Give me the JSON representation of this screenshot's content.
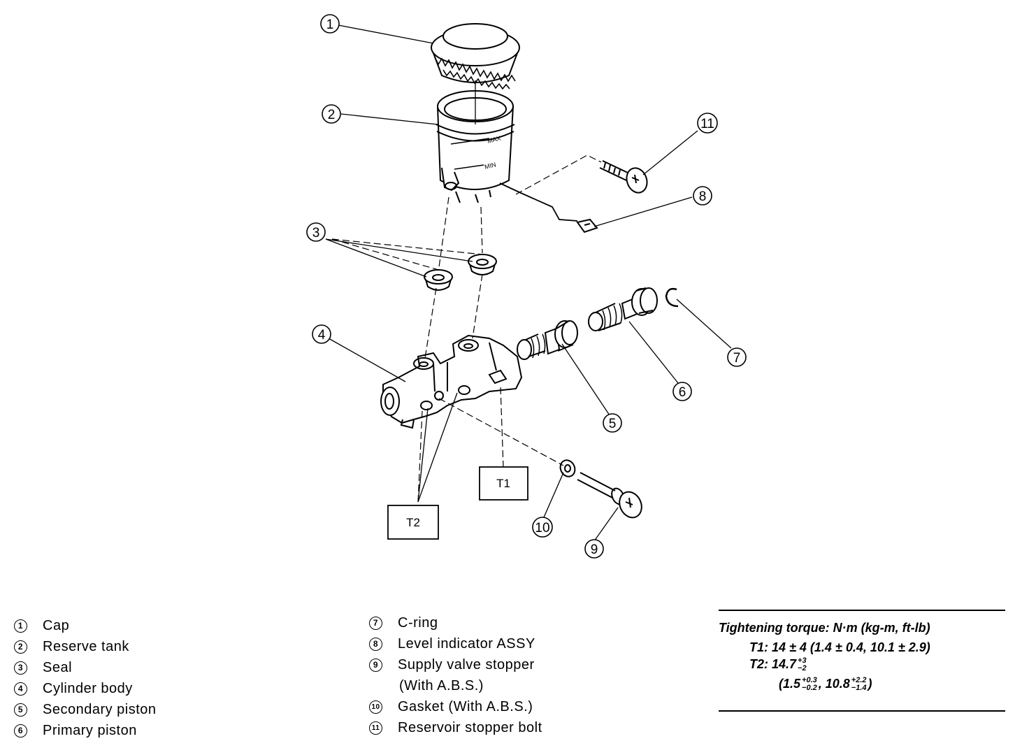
{
  "callouts": {
    "c1": "1",
    "c2": "2",
    "c3": "3",
    "c4": "4",
    "c5": "5",
    "c6": "6",
    "c7": "7",
    "c8": "8",
    "c9": "9",
    "c10": "10",
    "c11": "11"
  },
  "tank_marks": {
    "max": "MAX",
    "min": "MIN"
  },
  "torque_boxes": {
    "t1": "T1",
    "t2": "T2"
  },
  "legend": {
    "left": [
      {
        "num": "1",
        "label": "Cap"
      },
      {
        "num": "2",
        "label": "Reserve tank"
      },
      {
        "num": "3",
        "label": "Seal"
      },
      {
        "num": "4",
        "label": "Cylinder body"
      },
      {
        "num": "5",
        "label": "Secondary piston"
      },
      {
        "num": "6",
        "label": "Primary piston"
      }
    ],
    "right": [
      {
        "num": "7",
        "label": "C-ring"
      },
      {
        "num": "8",
        "label": "Level indicator ASSY"
      },
      {
        "num": "9",
        "label": "Supply valve stopper",
        "label_cont": "(With A.B.S.)"
      },
      {
        "num": "10",
        "label": "Gasket (With A.B.S.)"
      },
      {
        "num": "11",
        "label": "Reservoir stopper bolt"
      }
    ]
  },
  "torque_spec": {
    "heading": "Tightening torque: N·m (kg-m, ft-lb)",
    "t1": "T1: 14 ± 4 (1.4 ± 0.4, 10.1 ± 2.9)",
    "t2_prefix": "T2: 14.7",
    "t2_tol_plus": "+3",
    "t2_tol_minus": "−2",
    "open": "(1.5",
    "kgm_tol_plus": "+0.3",
    "kgm_tol_minus": "−0.2",
    "mid": ", 10.8",
    "ftlb_tol_plus": "+2.2",
    "ftlb_tol_minus": "−1.4",
    "close": ")"
  }
}
